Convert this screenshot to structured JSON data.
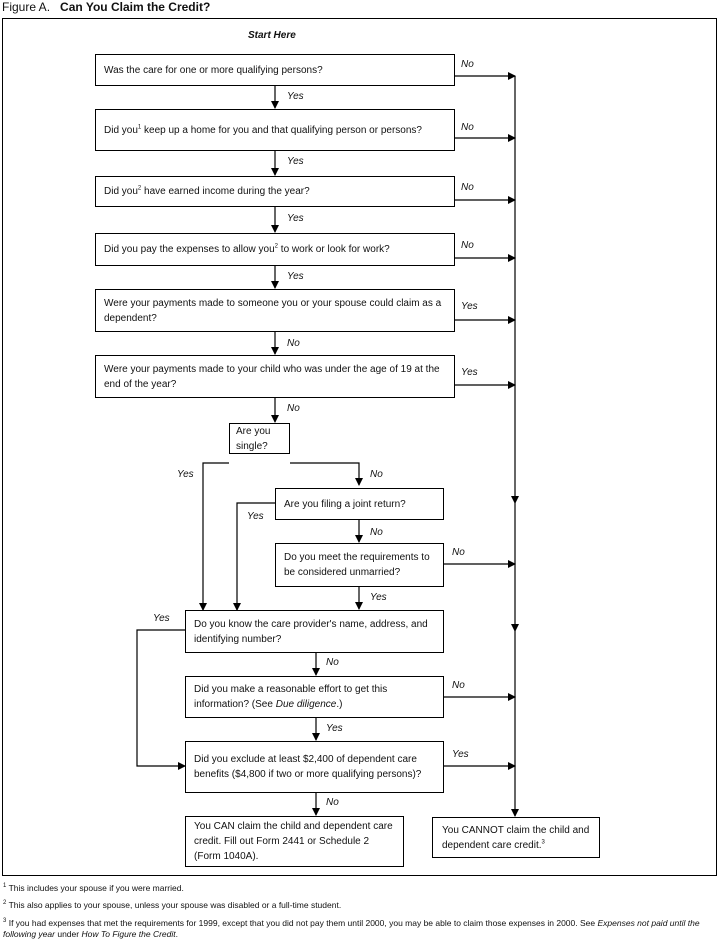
{
  "figure": {
    "label": "Figure A.",
    "title": "Can You Claim the Credit?"
  },
  "start_label": "Start Here",
  "boxes": {
    "q1": "Was the care for one or more qualifying persons?",
    "q2_a": "Did you",
    "q2_sup": "1",
    "q2_b": " keep up a home for you and that qualifying person or persons?",
    "q3_a": "Did you",
    "q3_sup": "2",
    "q3_b": " have earned income during the year?",
    "q4_a": "Did you pay the expenses to allow you",
    "q4_sup": "2",
    "q4_b": " to work or look for work?",
    "q5": "Were your payments made to someone you or your spouse could claim as a dependent?",
    "q6": "Were your payments made to your child who was under the age of 19 at the end of the year?",
    "q7": "Are you single?",
    "q8": "Are you filing a joint return?",
    "q9": "Do you meet the requirements to be considered unmarried?",
    "q10": "Do you know the care provider's name, address, and identifying number?",
    "q11_a": "Did you make a reasonable effort to get this information? (See ",
    "q11_em": "Due diligence",
    "q11_b": ".)",
    "q12": "Did you exclude at least $2,400 of dependent care benefits ($4,800 if two or more qualifying persons)?",
    "can": "You CAN claim the child and dependent care credit. Fill out Form 2441 or Schedule 2 (Form 1040A).",
    "cannot": "You CANNOT claim the child and dependent care credit.",
    "cannot_sup": "3"
  },
  "labels": {
    "yes": "Yes",
    "no": "No"
  },
  "footnotes": {
    "f1_num": "1",
    "f1": "This includes your spouse if you were married.",
    "f2_num": "2",
    "f2": "This also applies to your spouse, unless your spouse was disabled or a full-time student.",
    "f3_num": "3",
    "f3_a": "If you had expenses that met the requirements for 1999, except that you did not pay them until 2000, you may be able to claim those expenses in 2000. See ",
    "f3_em": "Expenses not paid until the following year",
    "f3_b": " under ",
    "f3_em2": "How To Figure the Credit",
    "f3_c": "."
  }
}
